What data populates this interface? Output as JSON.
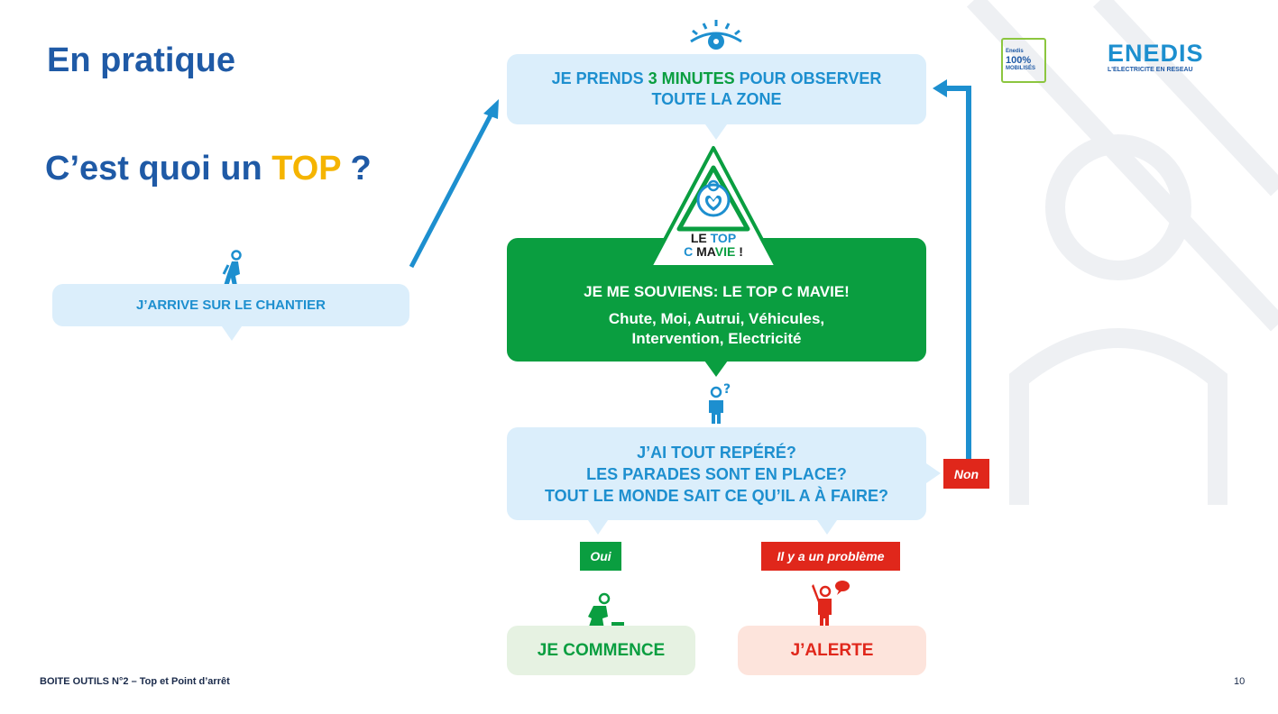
{
  "header": {
    "title": "En pratique",
    "subtitle_before": "C’est quoi un ",
    "subtitle_highlight": "TOP",
    "subtitle_after": " ?"
  },
  "flow": {
    "arrive": "J’ARRIVE SUR LE CHANTIER",
    "observe_before": "JE PRENDS ",
    "observe_highlight": "3 MINUTES",
    "observe_after": " POUR OBSERVER",
    "observe_line2": "TOUTE LA ZONE",
    "badge_line1_a": "LE ",
    "badge_line1_b": "TOP",
    "badge_line2_a": "C ",
    "badge_line2_b": "MA",
    "badge_line2_c": "VIE",
    "badge_line2_d": " !",
    "souviens_title": "JE ME SOUVIENS: LE TOP C MAVIE!",
    "souviens_line1": "Chute, Moi, Autrui, Véhicules,",
    "souviens_line2": "Intervention, Electricité",
    "question_line1": "J’AI TOUT REPÉRÉ?",
    "question_line2": "LES PARADES SONT EN PLACE?",
    "question_line3": "TOUT LE MONDE SAIT CE QU’IL A À FAIRE?",
    "tag_oui": "Oui",
    "tag_non": "Non",
    "tag_probleme": "Il y a un problème",
    "commence": "JE COMMENCE",
    "alerte": "J’ALERTE"
  },
  "logos": {
    "badge_line1": "Enedis",
    "badge_line2": "100%",
    "badge_line3": "MOBILISÉS",
    "enedis_name": "ENEDIS",
    "enedis_tagline": "L'ELECTRICITE EN RESEAU"
  },
  "footer": {
    "text": "BOITE OUTILS N°2 – Top et Point d’arrêt",
    "page": "10"
  },
  "colors": {
    "title_blue": "#1f5aa6",
    "flow_blue": "#1d8fcf",
    "light_blue_bg": "#dbeefb",
    "green": "#0a9e40",
    "red": "#e0271b",
    "yellow": "#f5b400"
  },
  "icons": [
    "eye-icon",
    "walking-worker-icon",
    "warning-triangle-icon",
    "thinking-person-icon",
    "kneeling-worker-icon",
    "alerting-person-icon",
    "arrow-icon"
  ]
}
